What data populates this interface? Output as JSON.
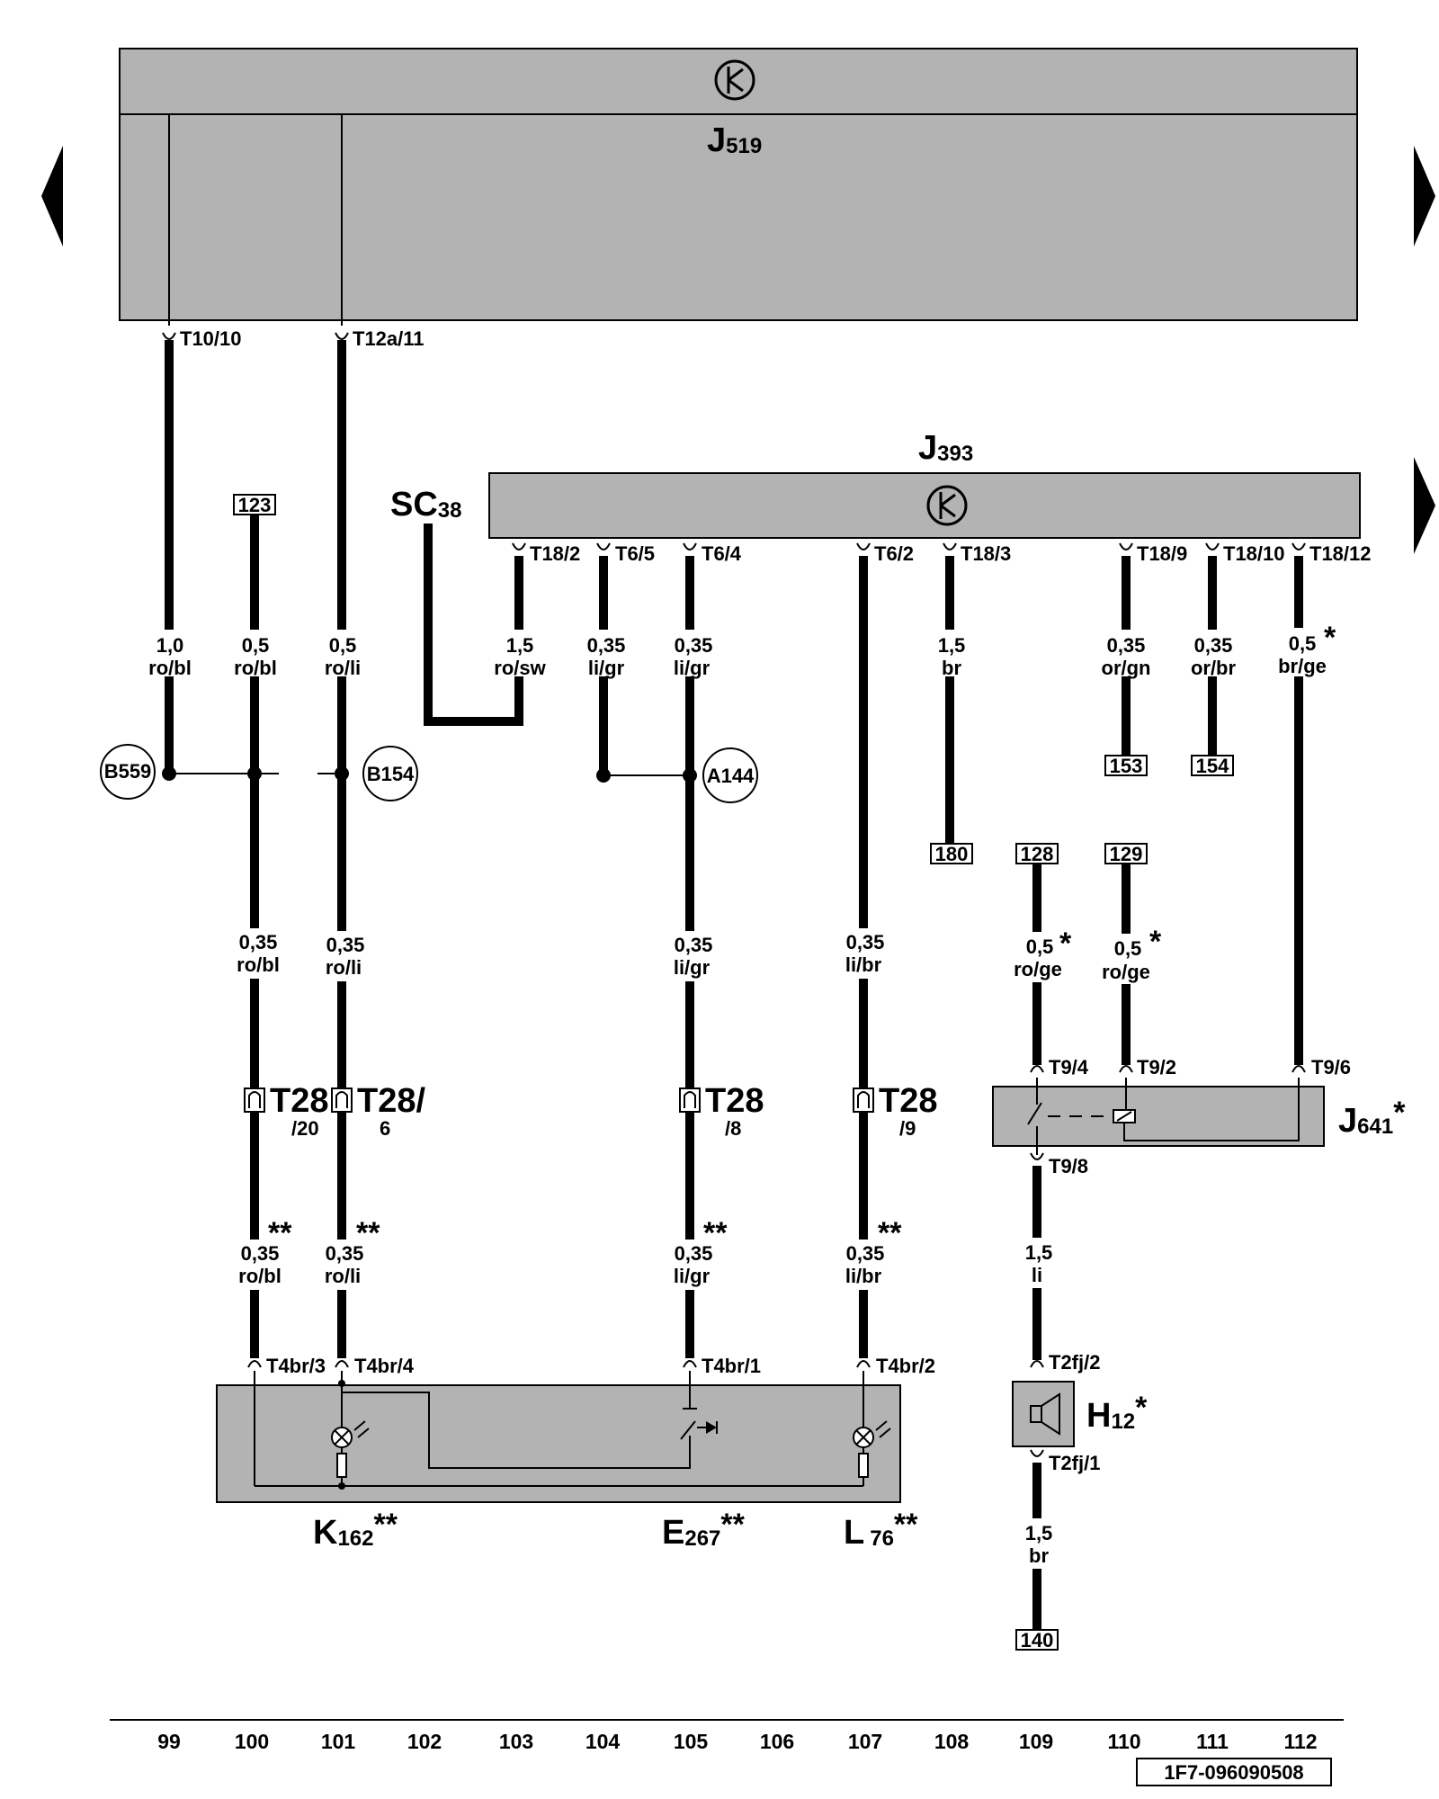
{
  "components": {
    "J519": {
      "letter": "J",
      "sub": "519"
    },
    "J393": {
      "letter": "J",
      "sub": "393"
    },
    "SC38": {
      "letter": "SC",
      "sub": "38"
    },
    "J641": {
      "letter": "J",
      "sub": "641",
      "mark": "*"
    },
    "H12": {
      "letter": "H",
      "sub": "12",
      "mark": "*"
    },
    "K162": {
      "letter": "K",
      "sub": "162",
      "mark": "**"
    },
    "E267": {
      "letter": "E",
      "sub": "267",
      "mark": "**"
    },
    "L76": {
      "letter": "L",
      "sub": "76",
      "mark": "**"
    }
  },
  "pins": {
    "t10_10": "T10/10",
    "t12a_11": "T12a/11",
    "t18_2": "T18/2",
    "t6_5": "T6/5",
    "t6_4": "T6/4",
    "t6_2": "T6/2",
    "t18_3": "T18/3",
    "t18_9": "T18/9",
    "t18_10": "T18/10",
    "t18_12": "T18/12",
    "t9_4": "T9/4",
    "t9_2": "T9/2",
    "t9_6": "T9/6",
    "t9_8": "T9/8",
    "t2fj_2": "T2fj/2",
    "t2fj_1": "T2fj/1",
    "t4br_3": "T4br/3",
    "t4br_4": "T4br/4",
    "t4br_1": "T4br/1",
    "t4br_2": "T4br/2"
  },
  "connectors": {
    "c20": {
      "main": "T28",
      "sub": "/20"
    },
    "c6": {
      "main": "T28/",
      "sub": "6"
    },
    "c8": {
      "main": "T28",
      "sub": "/8"
    },
    "c9": {
      "main": "T28",
      "sub": "/9"
    }
  },
  "wires": {
    "w99_top": {
      "size": "1,0",
      "color": "ro/bl"
    },
    "w100_top": {
      "size": "0,5",
      "color": "ro/bl"
    },
    "w101_top": {
      "size": "0,5",
      "color": "ro/li"
    },
    "w103_top": {
      "size": "1,5",
      "color": "ro/sw"
    },
    "w104_top": {
      "size": "0,35",
      "color": "li/gr"
    },
    "w105_top": {
      "size": "0,35",
      "color": "li/gr"
    },
    "w108_top": {
      "size": "1,5",
      "color": "br"
    },
    "w110_top": {
      "size": "0,35",
      "color": "or/gn"
    },
    "w111_top": {
      "size": "0,35",
      "color": "or/br"
    },
    "w112_top": {
      "size": "0,5",
      "color": "br/ge"
    },
    "w100_mid": {
      "size": "0,35",
      "color": "ro/bl"
    },
    "w101_mid": {
      "size": "0,35",
      "color": "ro/li"
    },
    "w105_mid": {
      "size": "0,35",
      "color": "li/gr"
    },
    "w107_mid": {
      "size": "0,35",
      "color": "li/br"
    },
    "w109_mid": {
      "size": "0,5",
      "color": "ro/ge"
    },
    "w110_mid": {
      "size": "0,5",
      "color": "ro/ge"
    },
    "w100_low": {
      "size": "0,35",
      "color": "ro/bl"
    },
    "w101_low": {
      "size": "0,35",
      "color": "ro/li"
    },
    "w105_low": {
      "size": "0,35",
      "color": "li/gr"
    },
    "w107_low": {
      "size": "0,35",
      "color": "li/br"
    },
    "w109_low": {
      "size": "1,5",
      "color": "li"
    },
    "w109_bot": {
      "size": "1,5",
      "color": "br"
    }
  },
  "nodes": {
    "b559": "B559",
    "b154": "B154",
    "a144": "A144"
  },
  "refs": {
    "r123": "123",
    "r153": "153",
    "r154": "154",
    "r180": "180",
    "r128": "128",
    "r129": "129",
    "r140": "140"
  },
  "marks": {
    "single": "*",
    "double": "**"
  },
  "footer": {
    "columns": [
      "99",
      "100",
      "101",
      "102",
      "103",
      "104",
      "105",
      "106",
      "107",
      "108",
      "109",
      "110",
      "111",
      "112"
    ],
    "code": "1F7-096090508"
  },
  "colors": {
    "module_fill": "#b3b3b3",
    "wire": "#000000"
  }
}
